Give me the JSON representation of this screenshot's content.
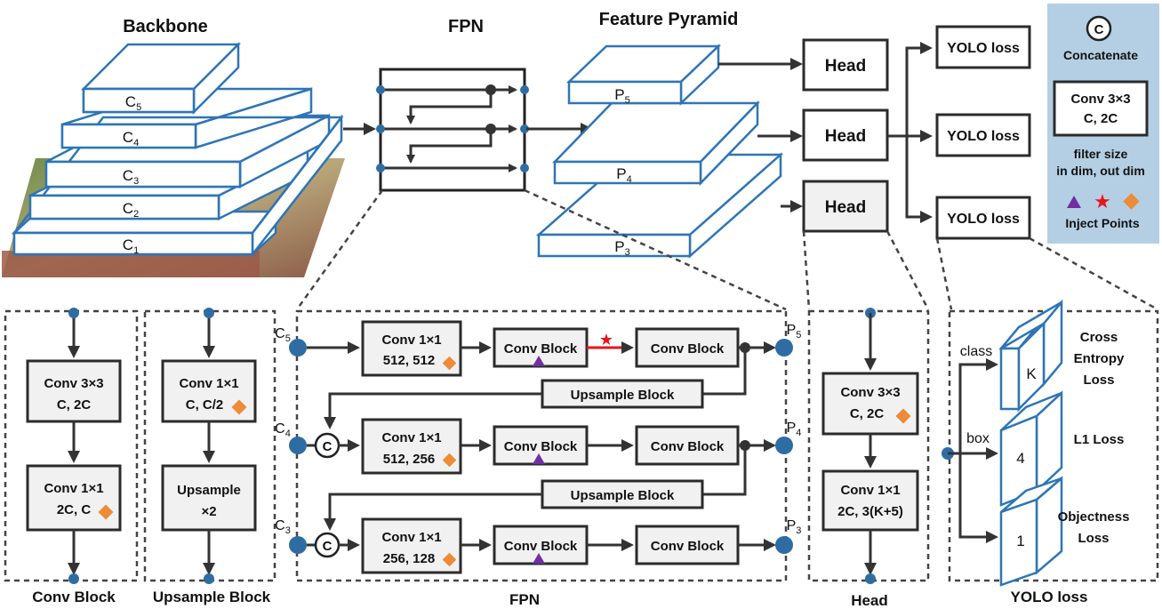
{
  "titles": {
    "backbone": "Backbone",
    "fpn": "FPN",
    "pyramid": "Feature Pyramid"
  },
  "backbone_layers": [
    {
      "base": "C",
      "sub": "5"
    },
    {
      "base": "C",
      "sub": "4"
    },
    {
      "base": "C",
      "sub": "3"
    },
    {
      "base": "C",
      "sub": "2"
    },
    {
      "base": "C",
      "sub": "1"
    }
  ],
  "pyramid_layers": [
    {
      "base": "P",
      "sub": "5"
    },
    {
      "base": "P",
      "sub": "4"
    },
    {
      "base": "P",
      "sub": "3"
    }
  ],
  "heads": [
    "Head",
    "Head",
    "Head"
  ],
  "losses": [
    "YOLO loss",
    "YOLO loss",
    "YOLO loss"
  ],
  "legend": {
    "concat_symbol": "C",
    "concat_label": "Concatenate",
    "conv_line1": "Conv 3×3",
    "conv_line2": "C, 2C",
    "filter_line1": "filter size",
    "filter_line2": "in dim, out dim",
    "inject_label": "Inject Points",
    "colors": {
      "bg": "#b4cfe3",
      "triangle": "#7030a0",
      "star": "#e8141b",
      "diamond": "#ed8b37"
    }
  },
  "conv_block": {
    "b1_l1": "Conv 3×3",
    "b1_l2": "C, 2C",
    "b2_l1": "Conv 1×1",
    "b2_l2": "2C, C",
    "caption": "Conv Block"
  },
  "upsample_block": {
    "b1_l1": "Conv 1×1",
    "b1_l2": "C, C/2",
    "b2_l1": "Upsample",
    "b2_l2": "×2",
    "caption": "Upsample Block"
  },
  "fpn_detail": {
    "rows": [
      {
        "in_base": "C",
        "in_sub": "5",
        "conv_l1": "Conv 1×1",
        "conv_l2": "512, 512",
        "out_base": "P",
        "out_sub": "5"
      },
      {
        "in_base": "C",
        "in_sub": "4",
        "conv_l1": "Conv 1×1",
        "conv_l2": "512, 256",
        "out_base": "P",
        "out_sub": "4"
      },
      {
        "in_base": "C",
        "in_sub": "3",
        "conv_l1": "Conv 1×1",
        "conv_l2": "256, 128",
        "out_base": "P",
        "out_sub": "3"
      }
    ],
    "conv_block_label": "Conv Block",
    "upsample_label": "Upsample Block",
    "concat_symbol": "C",
    "caption": "FPN"
  },
  "head_detail": {
    "b1_l1": "Conv 3×3",
    "b1_l2": "C, 2C",
    "b2_l1": "Conv 1×1",
    "b2_l2": "2C, 3(K+5)",
    "caption": "Head"
  },
  "yolo_detail": {
    "class_label": "class",
    "box_label": "box",
    "slabs": [
      "K",
      "4",
      "1"
    ],
    "losses": [
      {
        "l1": "Cross",
        "l2": "Entropy",
        "l3": "Loss"
      },
      {
        "l1": "L1 Loss"
      },
      {
        "l1": "Objectness",
        "l2": "Loss"
      }
    ],
    "caption": "YOLO loss"
  }
}
